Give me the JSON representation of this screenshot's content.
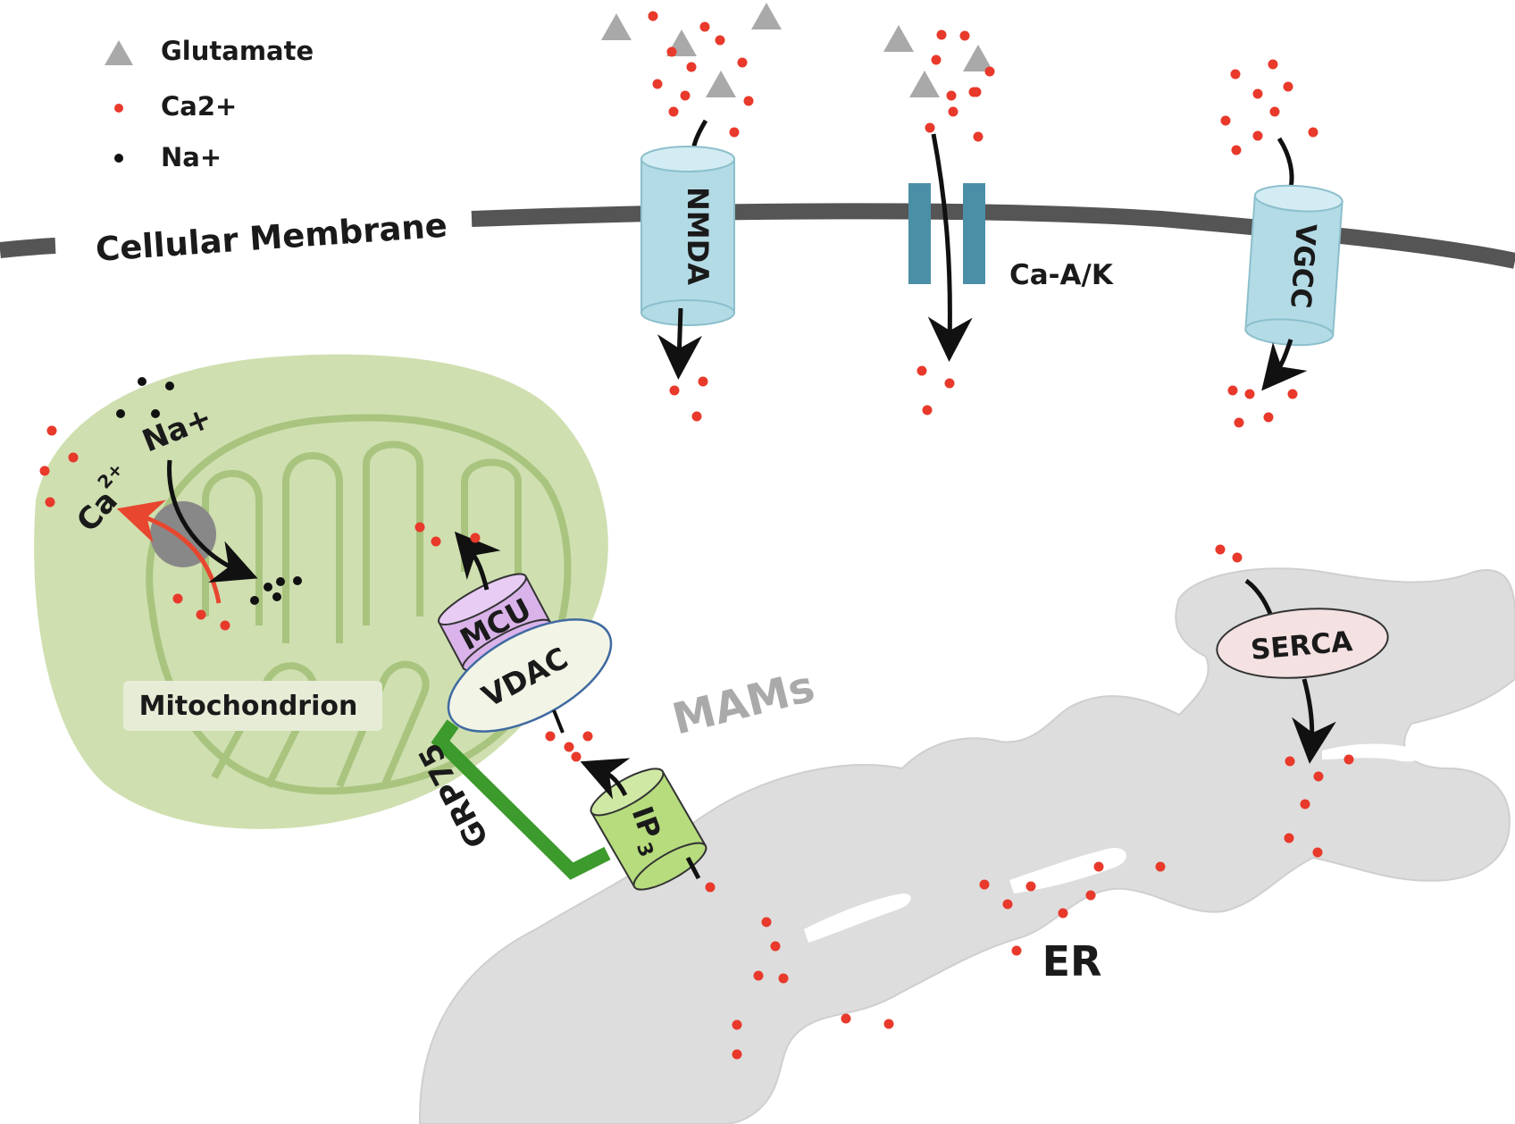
{
  "legend": {
    "glutamate": "Glutamate",
    "ca": "Ca2+",
    "na": "Na+"
  },
  "labels": {
    "membrane": "Cellular Membrane",
    "nmda": "NMDA",
    "ca_ak": "Ca-A/K",
    "vgcc": "VGCC",
    "mito_na": "Na+",
    "mito_ca": "Ca",
    "mito_ca_sup": "2+",
    "mcu": "MCU",
    "vdac": "VDAC",
    "mitochondrion": "Mitochondrion",
    "mams": "MAMs",
    "grp75": "GRP75",
    "ip3": "IP",
    "ip3_sub": "3",
    "serca": "SERCA",
    "er": "ER"
  },
  "colors": {
    "calcium": "#e8392b",
    "sodium": "#111111",
    "glutamate": "#a9a9a9",
    "membrane": "#555555",
    "channel": "#b3dbe6",
    "ca_ak_channel": "#4a8fa6",
    "mitochondrion": "#cfdfb0",
    "mito_cristae": "#a9c47e",
    "er": "#dddddd",
    "mcu": "#d9b3ea",
    "vdac": "#f2f4e6",
    "ip3": "#b6dc7d",
    "serca": "#f4e1e1",
    "grp75": "#3d9a2d",
    "antiporter": "#888888",
    "ca_efflux_arrow": "#e8462f"
  }
}
